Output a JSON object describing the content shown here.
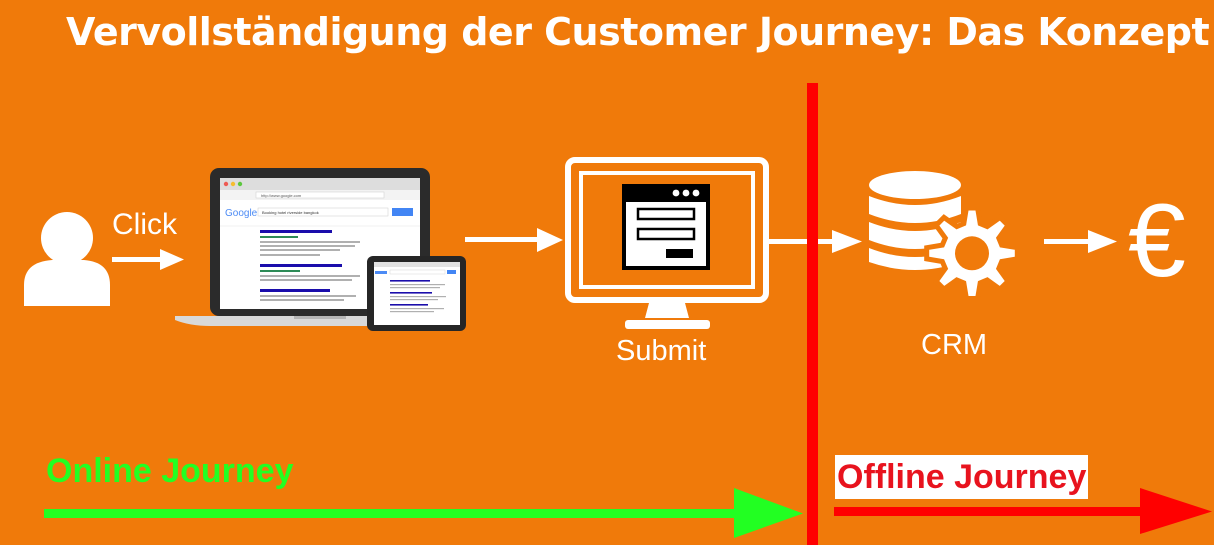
{
  "title": "Vervollständigung der Customer Journey: Das Konzept",
  "labels": {
    "click": "Click",
    "submit": "Submit",
    "crm": "CRM",
    "euro": "€",
    "online_journey": "Online Journey",
    "offline_journey": "Offline Journey"
  },
  "browser": {
    "url": "http://www.google.com",
    "brand": "Google",
    "search_query": "Booking hotel riverside bangkok"
  },
  "colors": {
    "background": "#F07A0A",
    "foreground": "#FFFFFF",
    "online": "#22FF22",
    "offline": "#E8131E"
  }
}
